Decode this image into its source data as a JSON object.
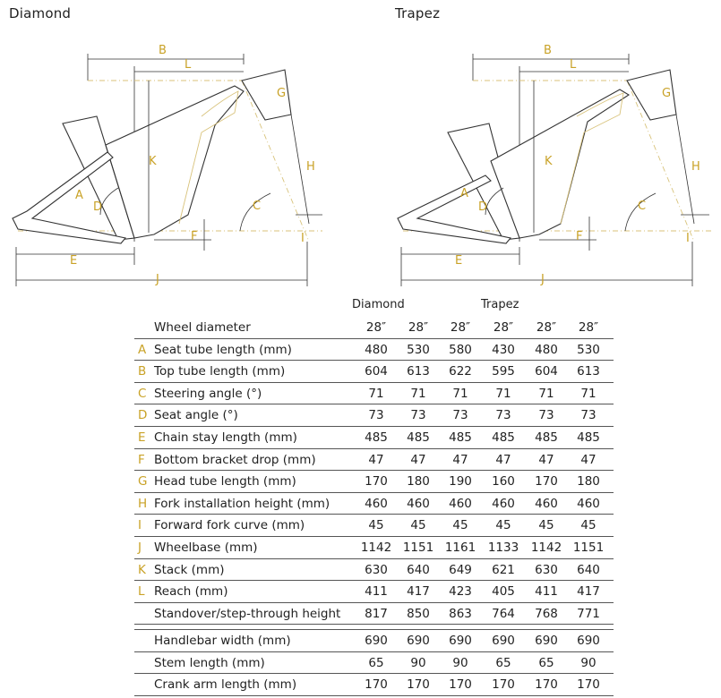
{
  "diagrams": {
    "diamond_title": "Diamond",
    "trapez_title": "Trapez",
    "dimension_letters": [
      "A",
      "B",
      "C",
      "D",
      "E",
      "F",
      "G",
      "H",
      "I",
      "J",
      "K",
      "L"
    ]
  },
  "table": {
    "group_headers": [
      "Diamond",
      "Trapez"
    ],
    "header_row": {
      "label": "Wheel diameter",
      "values": [
        "28″",
        "28″",
        "28″",
        "28″",
        "28″",
        "28″"
      ]
    },
    "rows": [
      {
        "letter": "A",
        "label": "Seat tube length (mm)",
        "values": [
          "480",
          "530",
          "580",
          "430",
          "480",
          "530"
        ]
      },
      {
        "letter": "B",
        "label": "Top tube length (mm)",
        "values": [
          "604",
          "613",
          "622",
          "595",
          "604",
          "613"
        ]
      },
      {
        "letter": "C",
        "label": "Steering angle (°)",
        "values": [
          "71",
          "71",
          "71",
          "71",
          "71",
          "71"
        ]
      },
      {
        "letter": "D",
        "label": "Seat angle (°)",
        "values": [
          "73",
          "73",
          "73",
          "73",
          "73",
          "73"
        ]
      },
      {
        "letter": "E",
        "label": "Chain stay length (mm)",
        "values": [
          "485",
          "485",
          "485",
          "485",
          "485",
          "485"
        ]
      },
      {
        "letter": "F",
        "label": "Bottom bracket drop (mm)",
        "values": [
          "47",
          "47",
          "47",
          "47",
          "47",
          "47"
        ]
      },
      {
        "letter": "G",
        "label": "Head tube length (mm)",
        "values": [
          "170",
          "180",
          "190",
          "160",
          "170",
          "180"
        ]
      },
      {
        "letter": "H",
        "label": "Fork installation height (mm)",
        "values": [
          "460",
          "460",
          "460",
          "460",
          "460",
          "460"
        ]
      },
      {
        "letter": "I",
        "label": "Forward fork curve (mm)",
        "values": [
          "45",
          "45",
          "45",
          "45",
          "45",
          "45"
        ]
      },
      {
        "letter": "J",
        "label": "Wheelbase (mm)",
        "values": [
          "1142",
          "1151",
          "1161",
          "1133",
          "1142",
          "1151"
        ]
      },
      {
        "letter": "K",
        "label": "Stack (mm)",
        "values": [
          "630",
          "640",
          "649",
          "621",
          "630",
          "640"
        ]
      },
      {
        "letter": "L",
        "label": "Reach (mm)",
        "values": [
          "411",
          "417",
          "423",
          "405",
          "411",
          "417"
        ]
      },
      {
        "letter": "",
        "label": "Standover/step-through height",
        "values": [
          "817",
          "850",
          "863",
          "764",
          "768",
          "771"
        ]
      }
    ],
    "extra_rows": [
      {
        "label": "Handlebar width (mm)",
        "values": [
          "690",
          "690",
          "690",
          "690",
          "690",
          "690"
        ]
      },
      {
        "label": "Stem length (mm)",
        "values": [
          "65",
          "90",
          "90",
          "65",
          "65",
          "90"
        ]
      },
      {
        "label": "Crank arm length (mm)",
        "values": [
          "170",
          "170",
          "170",
          "170",
          "170",
          "170"
        ]
      }
    ]
  },
  "colors": {
    "accent": "#c9a227",
    "line": "#333333",
    "reference": "#d8c27a"
  }
}
